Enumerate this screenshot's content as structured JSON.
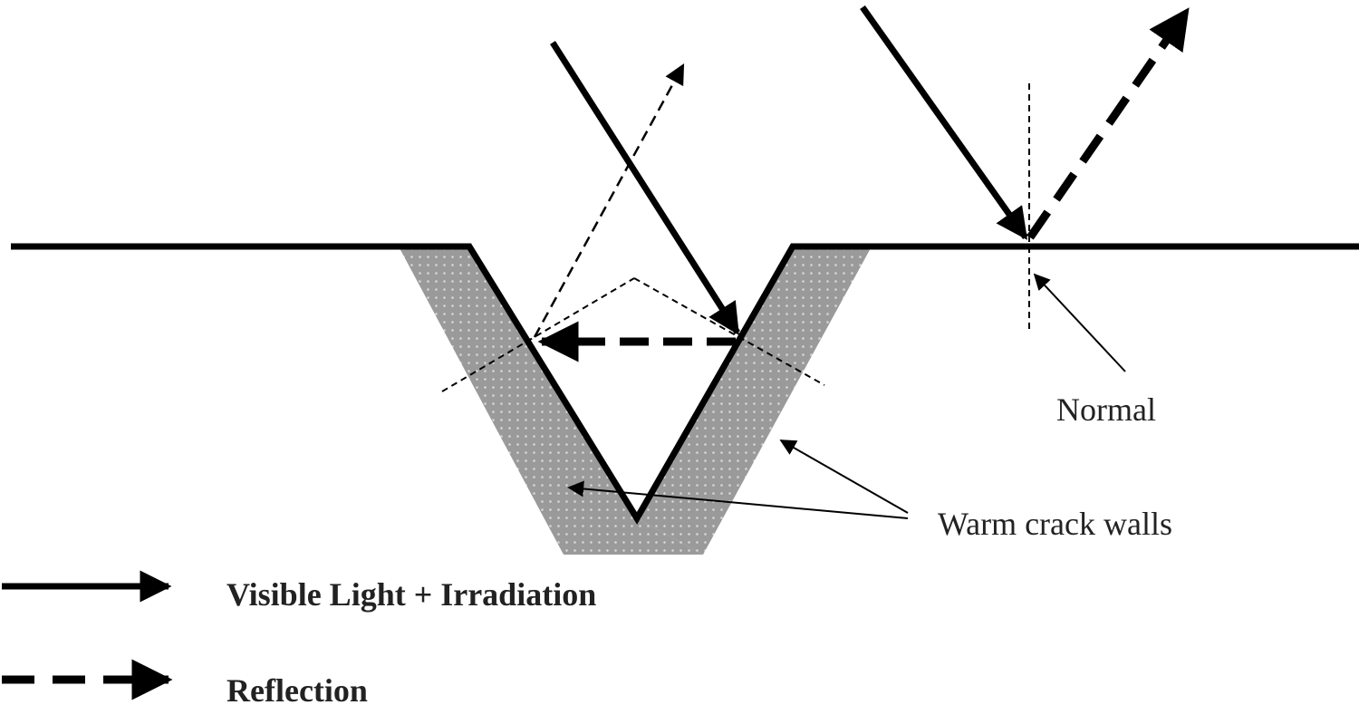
{
  "labels": {
    "normal": "Normal",
    "warm_crack_walls": "Warm crack walls"
  },
  "legend": {
    "incident": "Visible Light + Irradiation",
    "reflection": "Reflection"
  },
  "colors": {
    "line": "#000000",
    "crack_fill": "#9a9a9a",
    "crack_dots": "#d8d8d8",
    "text": "#222222"
  }
}
